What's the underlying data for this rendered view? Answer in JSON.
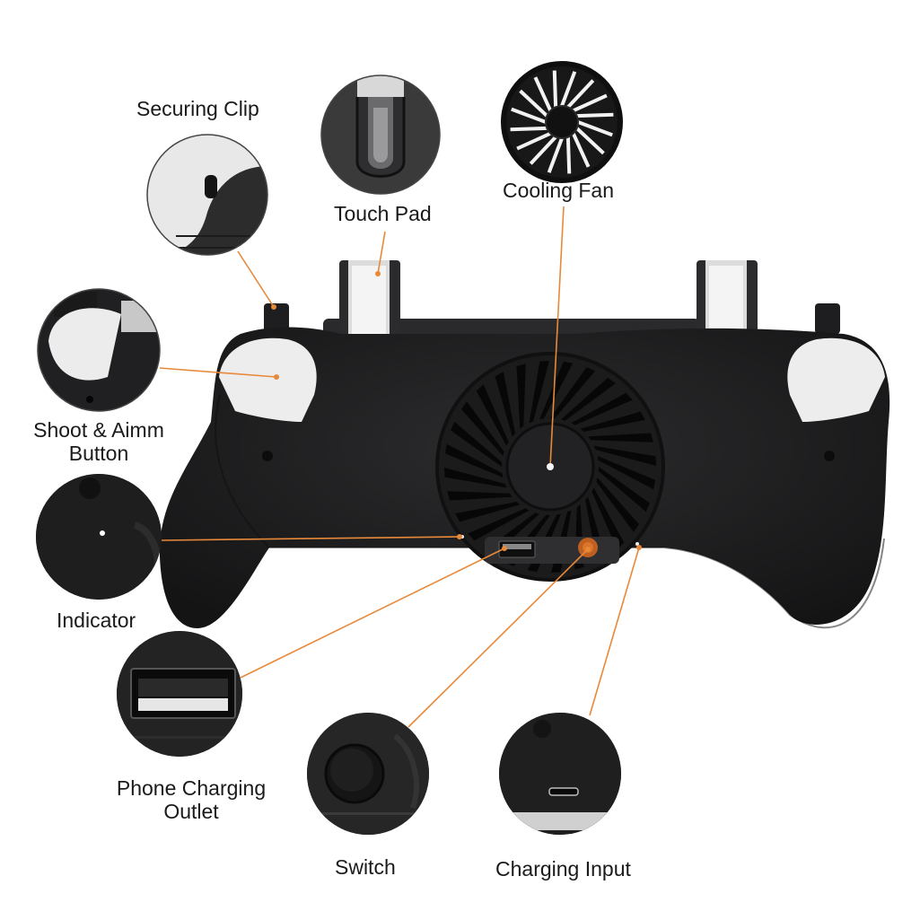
{
  "labels": {
    "securing_clip": "Securing Clip",
    "touch_pad": "Touch Pad",
    "cooling_fan": "Cooling Fan",
    "shoot_aim_line1": "Shoot & Aimm",
    "shoot_aim_line2": "Button",
    "indicator": "Indicator",
    "phone_charging_line1": "Phone Charging",
    "phone_charging_line2": "Outlet",
    "switch": "Switch",
    "charging_input": "Charging Input"
  },
  "colors": {
    "leader_line": "#e8893a",
    "body": "#1c1c1e",
    "trigger": "#ececec",
    "background": "#ffffff"
  },
  "icons": {
    "callout_securing_clip": "clip-closeup-icon",
    "callout_touch_pad": "touch-pad-closeup-icon",
    "callout_cooling_fan": "fan-icon",
    "callout_shoot_aim": "trigger-closeup-icon",
    "callout_indicator": "led-closeup-icon",
    "callout_phone_charging": "usb-port-icon",
    "callout_switch": "switch-closeup-icon",
    "callout_charging_input": "micro-usb-port-icon"
  }
}
